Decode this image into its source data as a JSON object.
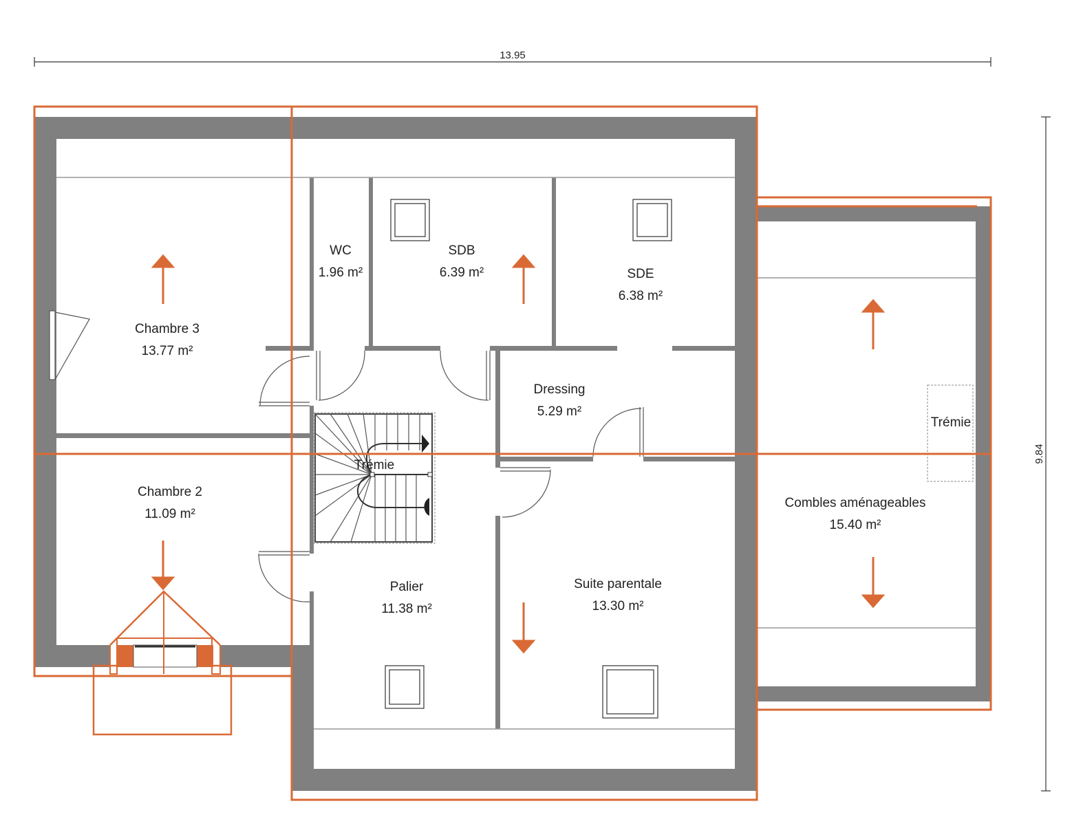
{
  "dimensions": {
    "width_label": "13.95",
    "height_label": "9.84"
  },
  "rooms": [
    {
      "id": "chambre-3",
      "name": "Chambre 3",
      "area": "13.77 m²"
    },
    {
      "id": "wc",
      "name": "WC",
      "area": "1.96 m²"
    },
    {
      "id": "sdb",
      "name": "SDB",
      "area": "6.39 m²"
    },
    {
      "id": "sde",
      "name": "SDE",
      "area": "6.38 m²"
    },
    {
      "id": "dressing",
      "name": "Dressing",
      "area": "5.29 m²"
    },
    {
      "id": "chambre-2",
      "name": "Chambre 2",
      "area": "11.09 m²"
    },
    {
      "id": "palier",
      "name": "Palier",
      "area": "11.38 m²"
    },
    {
      "id": "suite-parentale",
      "name": "Suite parentale",
      "area": "13.30 m²"
    },
    {
      "id": "combles",
      "name": "Combles aménageables",
      "area": "15.40 m²"
    }
  ],
  "openings": {
    "tremie_stair": "Trémie",
    "tremie_combles": "Trémie"
  },
  "colors": {
    "wall": "#808080",
    "roof_outline": "#d96a35",
    "background": "#ffffff"
  }
}
